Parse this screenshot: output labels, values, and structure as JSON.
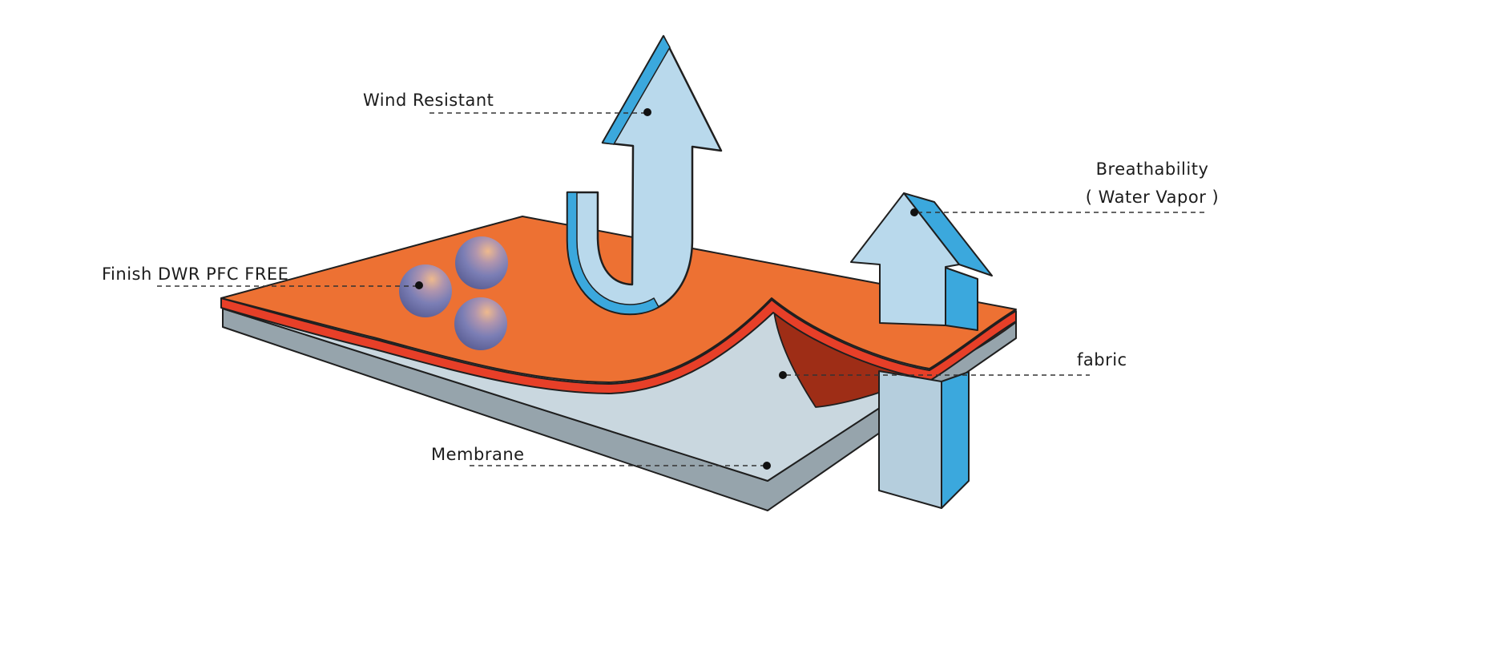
{
  "labels": {
    "wind_resistant": "Wind Resistant",
    "breathability_line1": "Breathability",
    "breathability_line2": "( Water Vapor )",
    "finish_dwr": "Finish DWR PFC FREE",
    "fabric": "fabric",
    "membrane": "Membrane"
  },
  "colors": {
    "fabric_top": "#ed7133",
    "fabric_edge": "#e73f28",
    "fabric_underside": "#9e2d16",
    "membrane_top": "#c9d7df",
    "membrane_side": "#96a4ac",
    "arrow_fill": "#b9d9ec",
    "arrow_accent": "#3ba8dd",
    "outline": "#1f1f1f",
    "leader": "#333333",
    "background": "#ffffff"
  }
}
